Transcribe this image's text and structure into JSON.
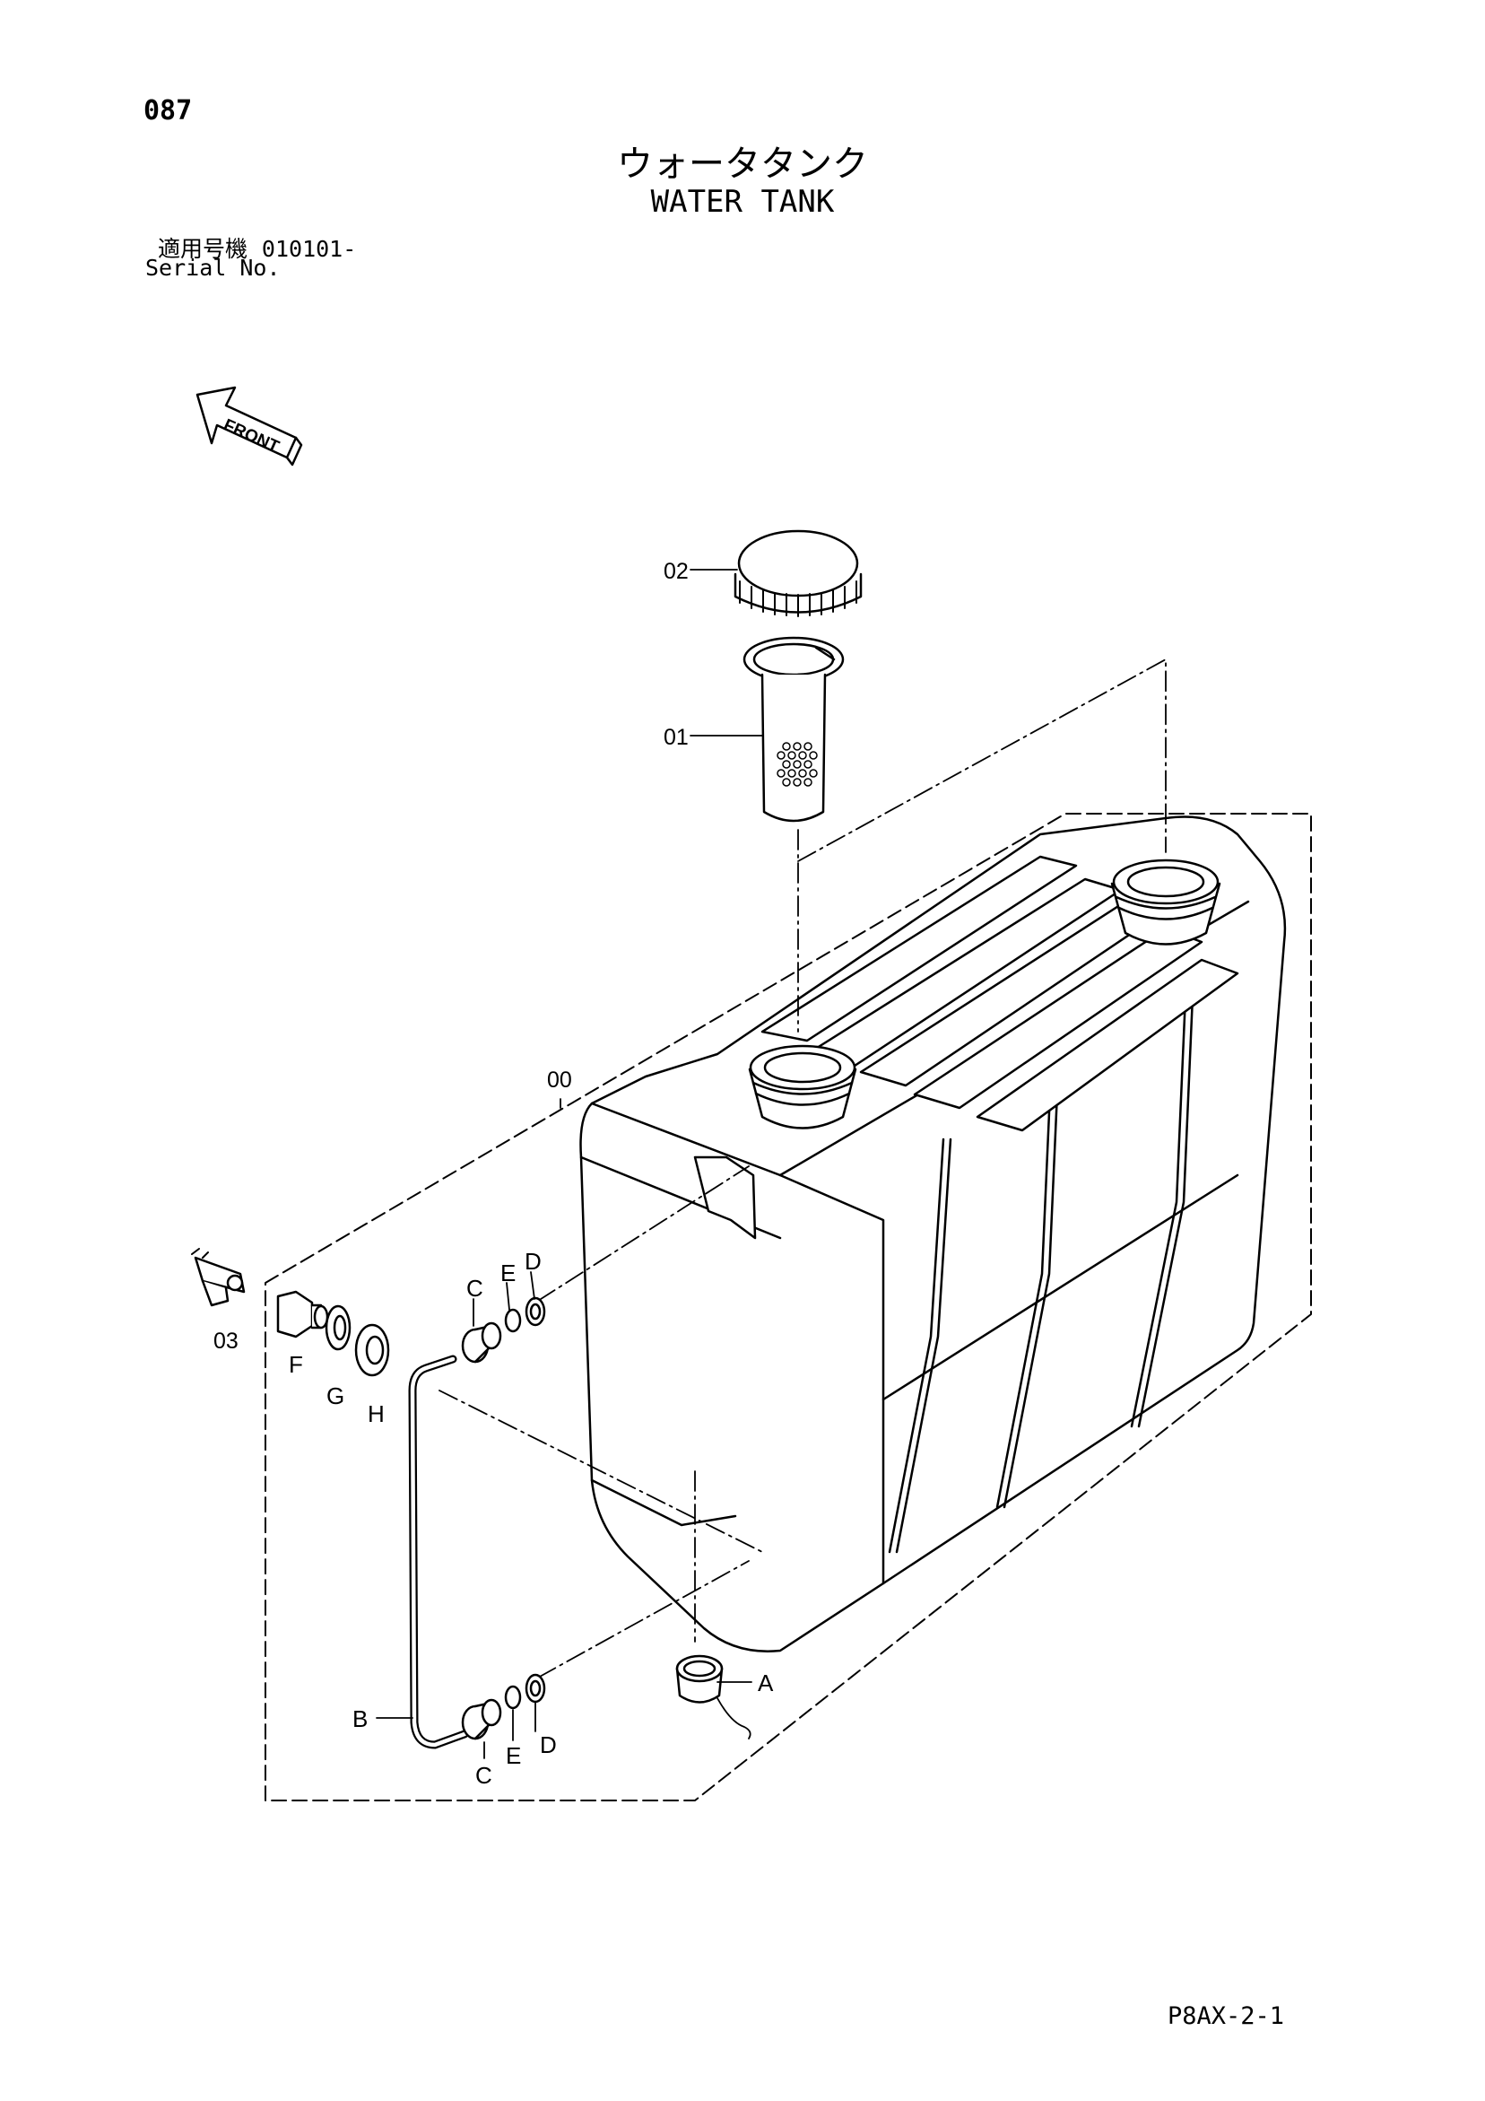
{
  "header": {
    "page_number": "087",
    "title_jp": "ウォータタンク",
    "title_en": "WATER TANK",
    "serial_label_jp": "適用号機",
    "serial_range": "010101-",
    "serial_label_en": "Serial No."
  },
  "orientation": {
    "label": "FRONT"
  },
  "part_labels": {
    "p00": "00",
    "p01": "01",
    "p02": "02",
    "p03": "03",
    "pA": "A",
    "pB": "B",
    "pC_upper": "C",
    "pC_lower": "C",
    "pD_upper": "D",
    "pD_lower": "D",
    "pE_upper": "E",
    "pE_lower": "E",
    "pF": "F",
    "pG": "G",
    "pH": "H"
  },
  "footer": {
    "code": "P8AX-2-1"
  }
}
